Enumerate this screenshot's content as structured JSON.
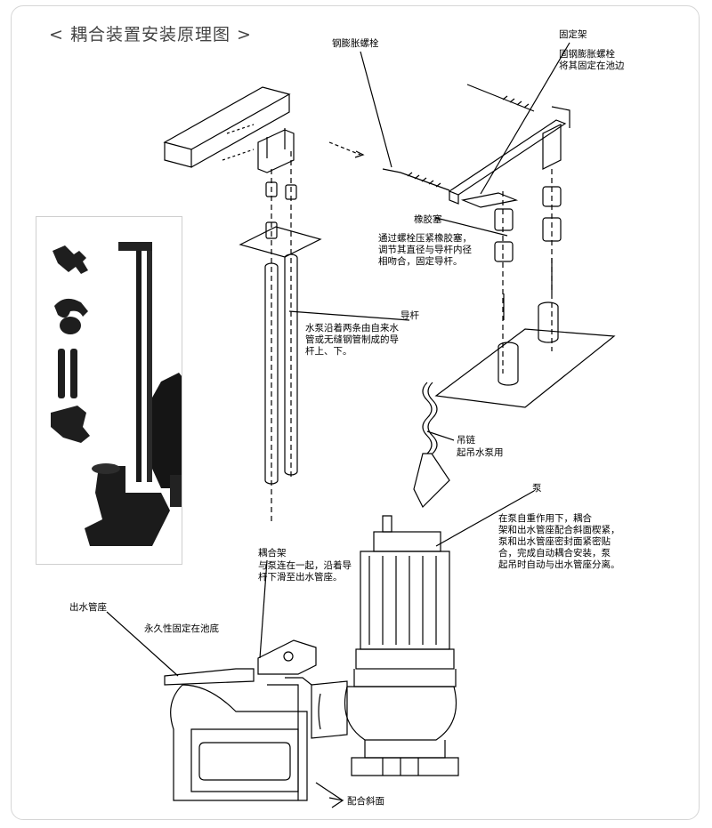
{
  "title": "< 耦合装置安装原理图 >",
  "labels": {
    "steel_expansion_bolt": "钢膨胀螺栓",
    "fixed_bracket": "固定架",
    "fixed_bracket_note": "固钢膨胀螺栓\n将其固定在池边",
    "rubber_plug": "橡胶塞",
    "rubber_plug_note": "通过螺栓压紧橡胶塞，\n调节其直径与导杆内径\n相吻合，固定导杆。",
    "guide_rod": "导杆",
    "guide_rod_note": "水泵沿着两条由自来水\n管或无缝钢管制成的导\n杆上、下。",
    "lifting_chain": "吊链",
    "lifting_chain_note": "起吊水泵用",
    "pump": "泵",
    "pump_note": "在泵自重作用下，耦合\n架和出水管座配合斜面楔紧，\n泵和出水管座密封面紧密贴\n合，完成自动耦合安装，泵\n起吊时自动与出水管座分离。",
    "coupling_bracket": "耦合架",
    "coupling_bracket_note": "与泵连在一起，沿着导\n杆下滑至出水管座。",
    "outlet_seat": "出水管座",
    "outlet_seat_note": "永久性固定在池底",
    "mating_slope": "配合斜面"
  }
}
